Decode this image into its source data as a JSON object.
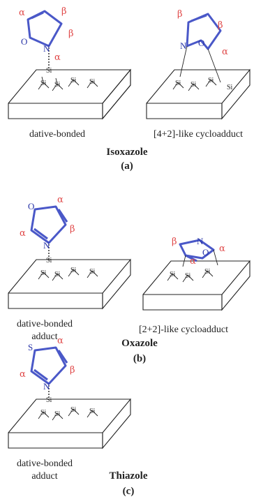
{
  "panels": {
    "a": {
      "left_caption": "dative-bonded",
      "right_caption": "[4+2]-like cycloadduct",
      "molecule": "Isoxazole",
      "label": "(a)",
      "left_atoms": {
        "o": "O",
        "n": "N"
      },
      "right_atoms": {
        "n": "N",
        "o": "O",
        "si": "Si"
      },
      "left_greek": {
        "a1": "α",
        "b1": "β",
        "b2": "β",
        "a2": "α"
      },
      "right_greek": {
        "b1": "β",
        "b2": "β",
        "a1": "α"
      }
    },
    "b": {
      "left_caption_1": "dative-bonded",
      "left_caption_2": "adduct",
      "right_caption": "[2+2]-like cycloadduct",
      "molecule": "Oxazole",
      "label": "(b)",
      "left_atoms": {
        "o": "O",
        "n": "N"
      },
      "right_atoms": {
        "n": "N",
        "o": "O"
      },
      "left_greek": {
        "a1": "α",
        "a2": "α",
        "b1": "β"
      },
      "right_greek": {
        "b1": "β",
        "a1": "α",
        "a2": "α"
      }
    },
    "c": {
      "left_caption_1": "dative-bonded",
      "left_caption_2": "adduct",
      "molecule": "Thiazole",
      "label": "(c)",
      "left_atoms": {
        "s": "S",
        "n": "N"
      },
      "left_greek": {
        "a1": "α",
        "a2": "α",
        "b1": "β"
      }
    }
  },
  "surface_atom": "Si",
  "colors": {
    "ring": "#4a58c8",
    "greek": "#e04848",
    "atom": "#2a36a8"
  }
}
